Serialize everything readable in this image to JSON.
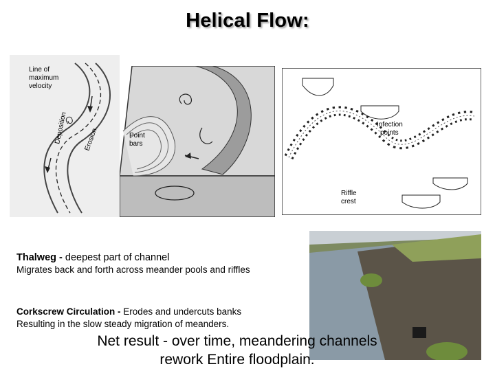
{
  "slide": {
    "title": "Helical Flow:",
    "diagram_left": {
      "label_line": "Line of",
      "label_max": "maximum",
      "label_velocity": "velocity",
      "label_deposition": "Deposition",
      "label_erosion": "Erosion"
    },
    "diagram_middle": {
      "label_point": "Point",
      "label_bars": "bars"
    },
    "diagram_right": {
      "label_infection": "Infection",
      "label_points": "points",
      "label_riffle": "Riffle",
      "label_crest": "crest"
    },
    "thalweg": {
      "term": "Thalweg -",
      "definition": " deepest part of channel",
      "detail": "Migrates back and forth across meander pools and riffles"
    },
    "corkscrew": {
      "term": "Corkscrew Circulation -",
      "definition": " Erodes and undercuts banks",
      "detail": "Resulting in the slow steady migration of meanders."
    },
    "conclusion": {
      "line1": "Net result - over time, meandering channels",
      "line2": "rework Entire floodplain."
    },
    "photo": {
      "water_color": "#8a9aa6",
      "bank_color": "#5b5448",
      "grass_color": "#8fa05a",
      "sky_color": "#c9cfd4"
    }
  }
}
